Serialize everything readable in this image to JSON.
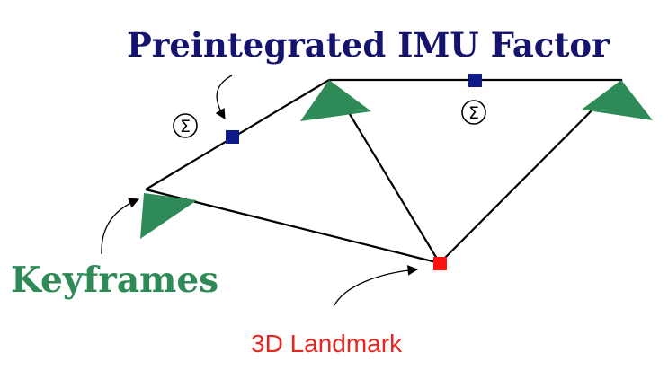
{
  "labels": {
    "imu_factor": "Preintegrated IMU Factor",
    "keyframes": "Keyframes",
    "landmark": "3D Landmark",
    "sigma": "Σ"
  },
  "colors": {
    "imu_factor_text": "#14146e",
    "keyframes_text": "#2e8a57",
    "landmark_text": "#e8261f",
    "keyframe_fill": "#2e8b57",
    "factor_node": "#0f1a8a",
    "landmark_node": "#ff1010",
    "edge": "#000000"
  },
  "icons": {
    "keyframe": "green-triangle-icon",
    "factor": "blue-square-icon",
    "landmark": "red-square-icon",
    "sigma": "circled-sigma-icon"
  }
}
